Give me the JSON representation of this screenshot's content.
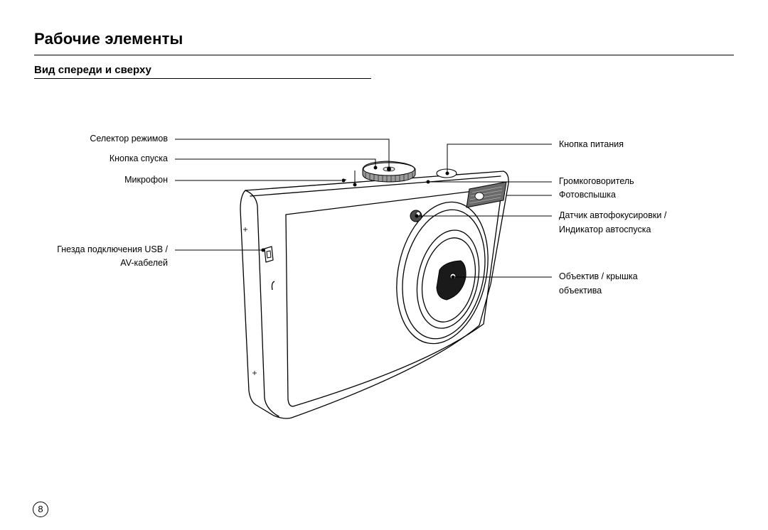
{
  "page": {
    "title": "Рабочие элементы",
    "section_title": "Вид спереди и сверху",
    "page_number": "8"
  },
  "callouts": {
    "mode_dial": "Селектор режимов",
    "shutter_button": "Кнопка спуска",
    "microphone": "Микрофон",
    "usb_av_line1": "Гнезда подключения USB /",
    "usb_av_line2": "AV-кабелей",
    "power_button": "Кнопка питания",
    "speaker": "Громкоговоритель",
    "flash": "Фотовспышка",
    "af_sensor_line1": "Датчик автофокусировки /",
    "af_sensor_line2": "Индикатор автоспуска",
    "lens_line1": "Объектив / крышка",
    "lens_line2": "объектива"
  }
}
